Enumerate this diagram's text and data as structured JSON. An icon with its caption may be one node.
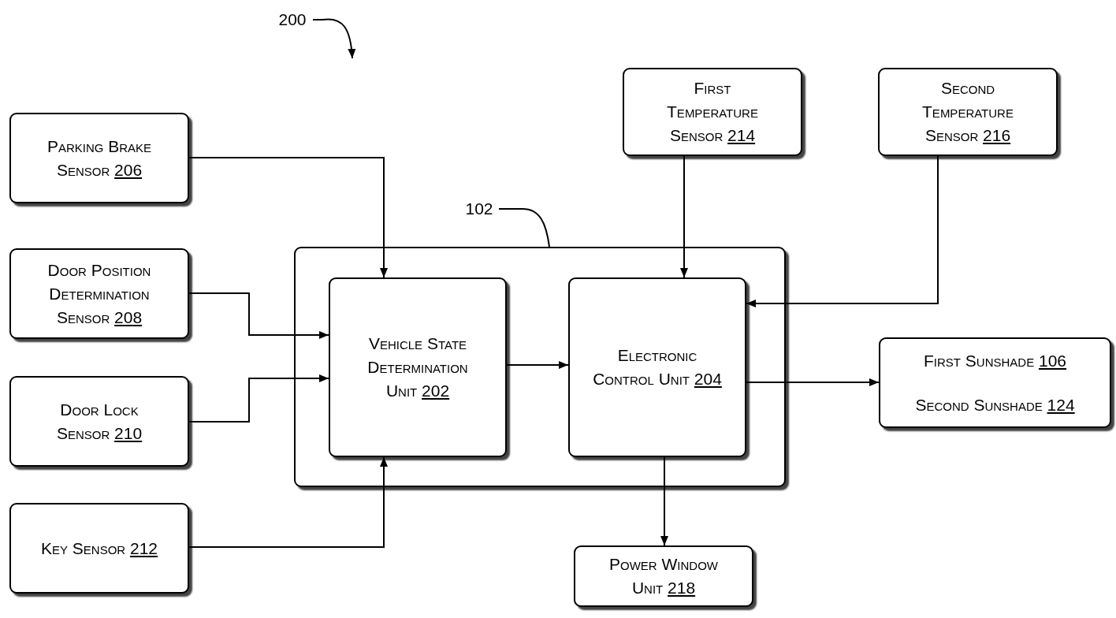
{
  "diagram": {
    "nodes": [
      {
        "text": [
          "200"
        ]
      },
      {
        "text": [
          "Parking Brake Sensor 206"
        ]
      },
      {
        "text": [
          "Door Position Determination Sensor 208"
        ]
      },
      {
        "text": [
          "Door Lock Sensor 210"
        ]
      },
      {
        "text": [
          "Key Sensor 212"
        ]
      },
      {
        "text": [
          "First Temperature Sensor 214"
        ]
      },
      {
        "text": [
          "Second Temperature Sensor 216"
        ]
      },
      {
        "text": [
          "102"
        ]
      },
      {
        "text": [],
        "shape": "box"
      },
      {
        "text": [
          "Vehicle State Determination Unit 202"
        ],
        "in": 8
      },
      {
        "text": [
          "Electronic Control Unit 204"
        ],
        "in": 8
      },
      {
        "text": [
          "First Sunshade 106",
          "Second Sunshade 124"
        ]
      },
      {
        "text": [
          "Power Window Unit 218"
        ]
      }
    ],
    "edges": [
      {
        "from": 0,
        "to": null,
        "arrow": "to"
      },
      {
        "from": 7,
        "to": 8,
        "arrow": "none"
      },
      {
        "from": 1,
        "to": 9,
        "arrow": "to"
      },
      {
        "from": 2,
        "to": 9,
        "arrow": "to"
      },
      {
        "from": 3,
        "to": 9,
        "arrow": "to"
      },
      {
        "from": 4,
        "to": 9,
        "arrow": "to"
      },
      {
        "from": 5,
        "to": 10,
        "arrow": "to"
      },
      {
        "from": 6,
        "to": 10,
        "arrow": "to"
      },
      {
        "from": 9,
        "to": 10,
        "arrow": "to"
      },
      {
        "from": 10,
        "to": 11,
        "arrow": "to"
      },
      {
        "from": 10,
        "to": 12,
        "arrow": "to"
      }
    ]
  }
}
